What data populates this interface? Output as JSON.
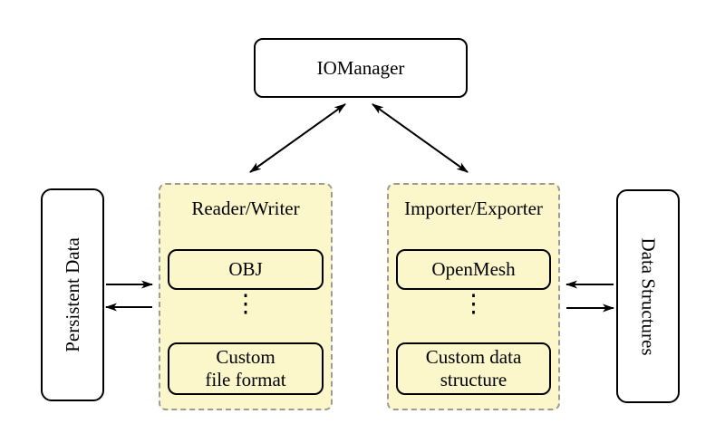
{
  "io_manager": {
    "label": "IOManager"
  },
  "reader_writer": {
    "title": "Reader/Writer",
    "box1": "OBJ",
    "dots": "⋮",
    "box2_lines": [
      "Custom",
      "file format"
    ]
  },
  "importer_exporter": {
    "title": "Importer/Exporter",
    "box1": "OpenMesh",
    "dots": "⋮",
    "box2_lines": [
      "Custom data",
      "structure"
    ]
  },
  "left_store": {
    "label": "Persistent Data"
  },
  "right_store": {
    "label": "Data Structures"
  },
  "colors": {
    "group_fill": "#fbf7cb",
    "group_border": "#9b9b9b",
    "node_border": "#000000",
    "arrow": "#000000",
    "background": "#ffffff"
  }
}
